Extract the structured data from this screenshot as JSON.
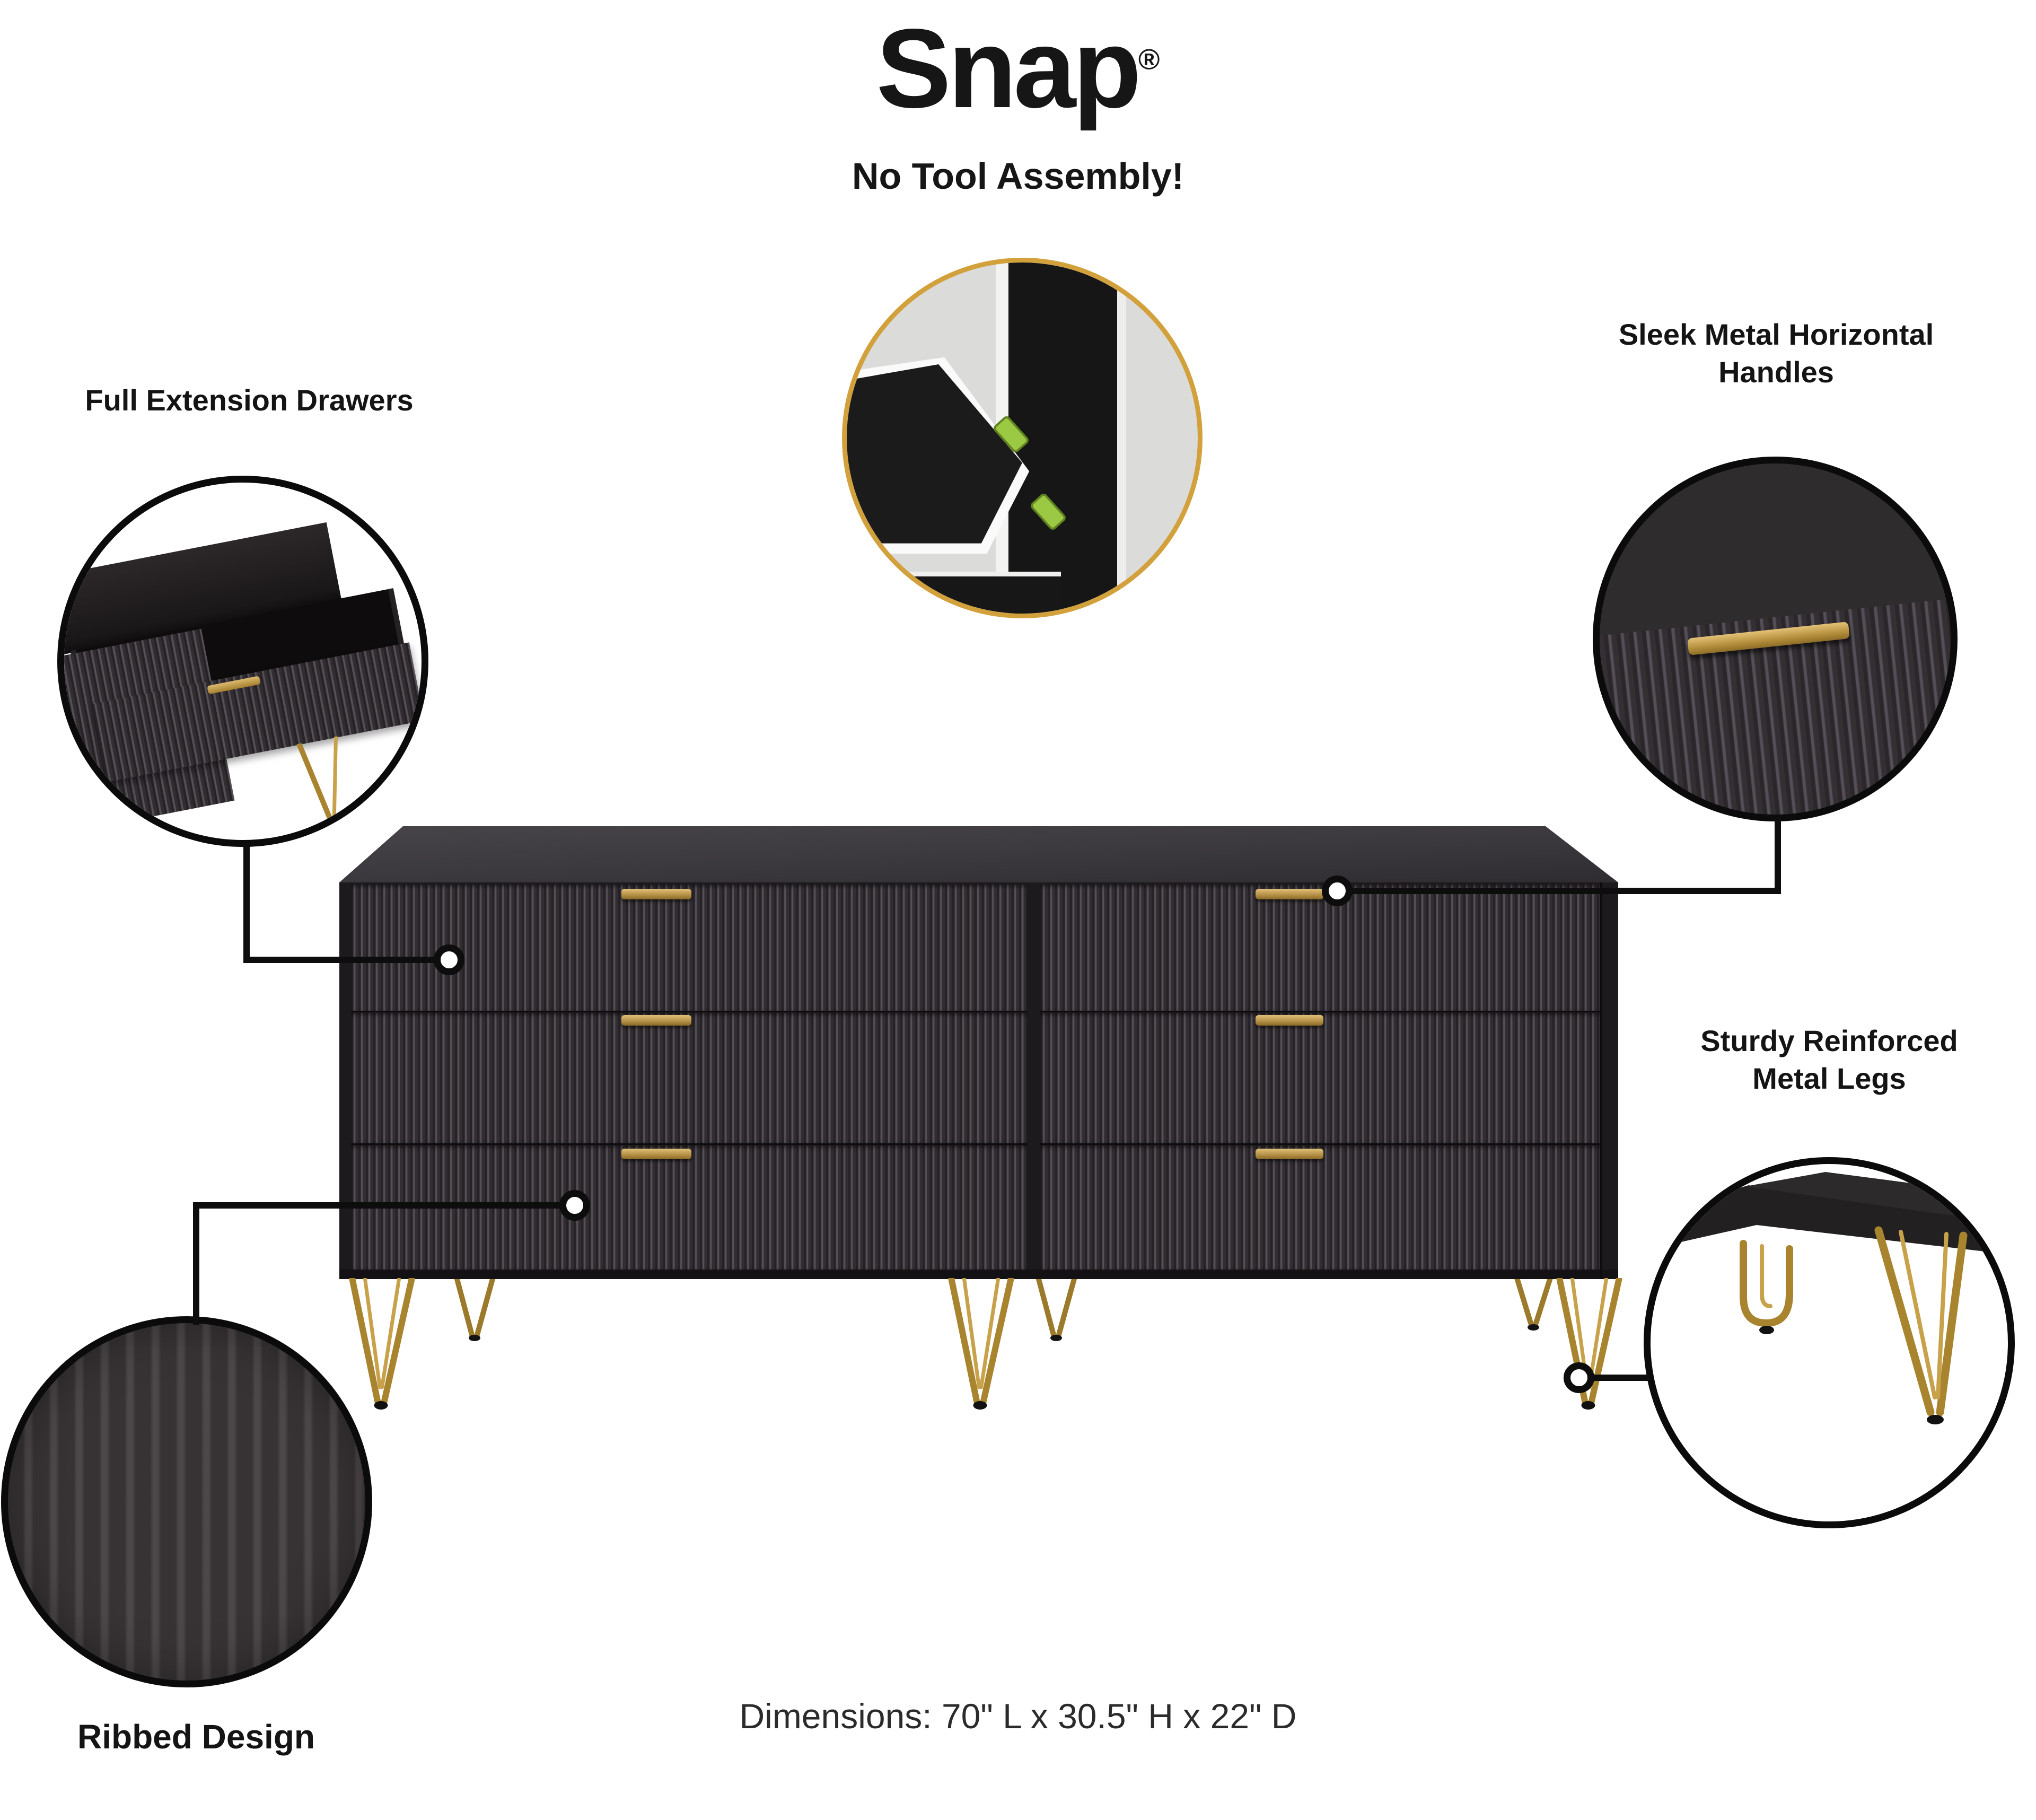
{
  "title": {
    "brand": "Snap",
    "registered": "®",
    "tagline": "No Tool Assembly!"
  },
  "callouts": {
    "full_extension_drawers": {
      "label": "Full Extension Drawers"
    },
    "sleek_handles": {
      "line1": "Sleek Metal Horizontal",
      "line2": "Handles"
    },
    "metal_legs": {
      "line1": "Sturdy Reinforced",
      "line2": "Metal Legs"
    },
    "ribbed_design": {
      "label": "Ribbed Design"
    }
  },
  "footer": {
    "dimensions_label": "Dimensions: 70\" L x 30.5\" H x 22\" D"
  },
  "product": {
    "type": "6-drawer dresser",
    "drawer_columns": 2,
    "drawer_rows": 3,
    "handle_count": 6,
    "leg_count": 6
  },
  "insets": {
    "snap_joint": "snap-connector-closeup",
    "open_drawer": "open-drawer-closeup",
    "handle": "gold-handle-closeup",
    "leg": "hairpin-leg-closeup",
    "ribbed": "ribbed-texture-closeup"
  },
  "colors": {
    "background": "#ffffff",
    "line": "#0d0d0d",
    "body": "#2e2a2e",
    "gold": "#b0872f",
    "gold_light": "#d2ab5c",
    "green_connector": "#9cc943",
    "snap_ring": "#d2a13c"
  }
}
